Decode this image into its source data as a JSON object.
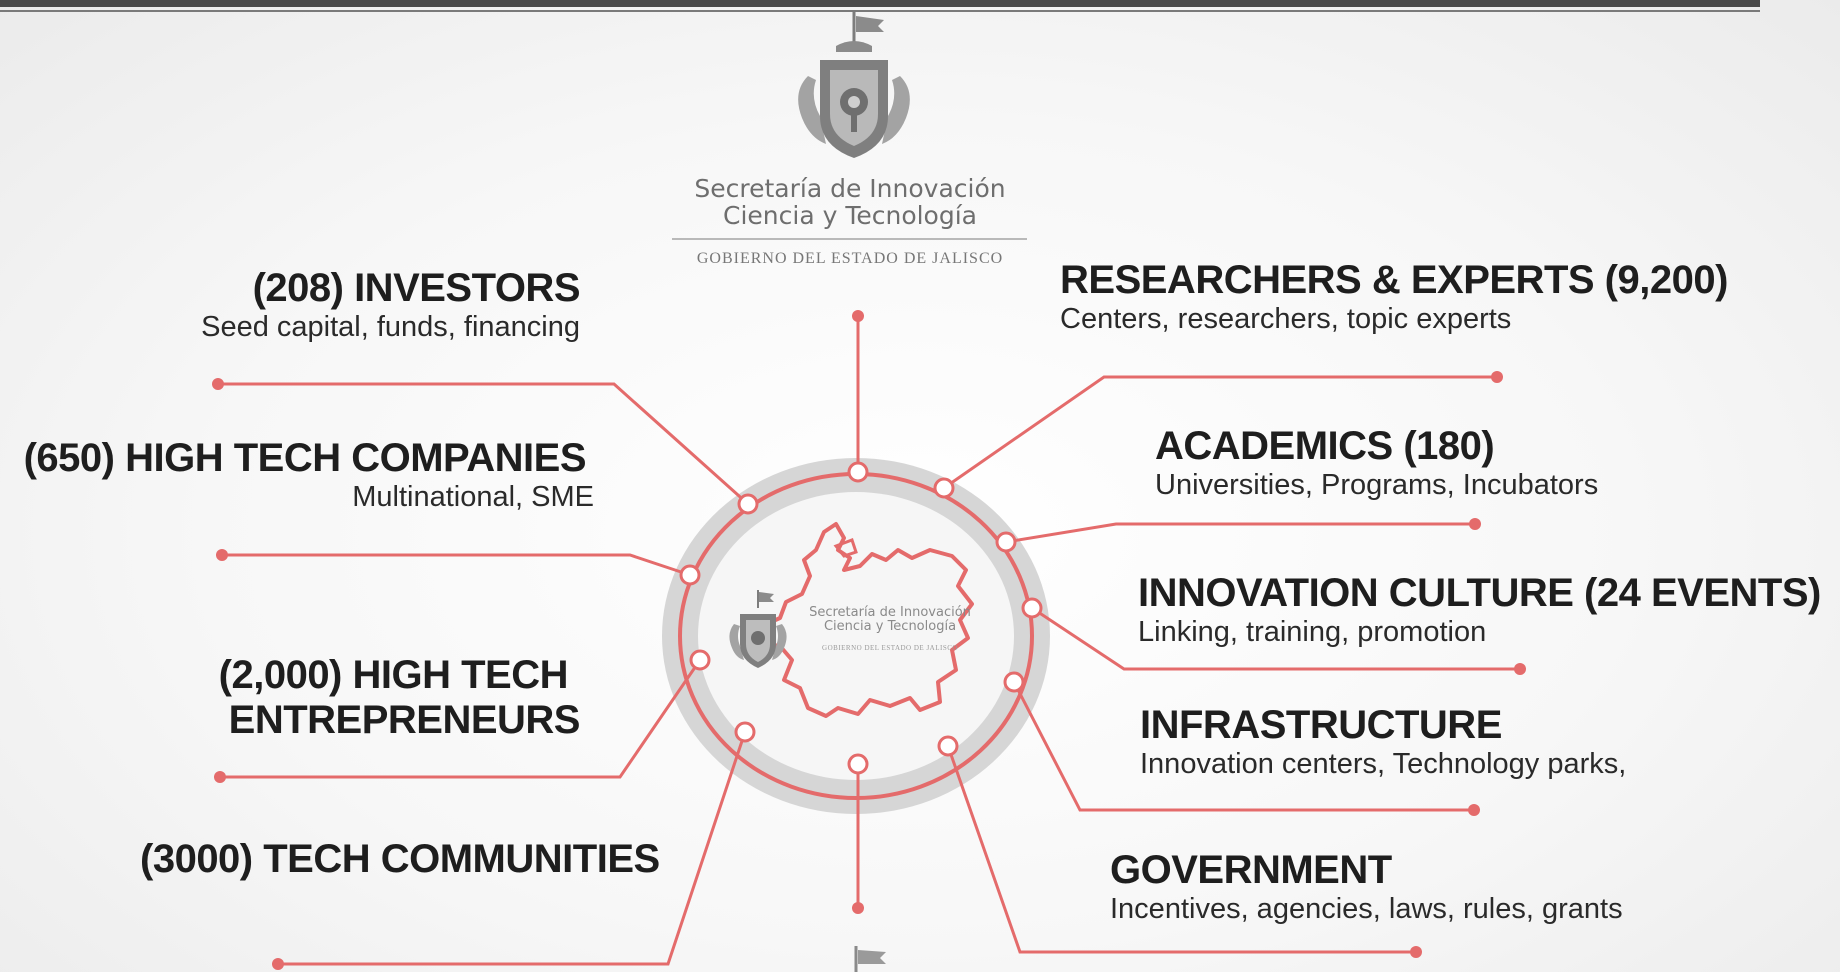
{
  "header": {
    "org_name_line1": "Secretaría de Innovación",
    "org_name_line2": "Ciencia y Tecnología",
    "org_government": "GOBIERNO DEL ESTADO DE JALISCO"
  },
  "center_logo": {
    "org_name_line1": "Secretaría de Innovación",
    "org_name_line2": "Ciencia y Tecnología",
    "org_government": "GOBIERNO DEL ESTADO DE JALISCO"
  },
  "left_nodes": [
    {
      "title": "(208) INVESTORS",
      "subtitle": "Seed capital, funds, financing"
    },
    {
      "title": "(650) HIGH TECH COMPANIES",
      "subtitle": "Multinational, SME"
    },
    {
      "title_line1": "(2,000) HIGH TECH",
      "title_line2": "ENTREPRENEURS"
    },
    {
      "title": "(3000) TECH COMMUNITIES"
    }
  ],
  "right_nodes": [
    {
      "title": "RESEARCHERS & EXPERTS (9,200)",
      "subtitle": "Centers, researchers, topic experts"
    },
    {
      "title": "ACADEMICS (180)",
      "subtitle": "Universities, Programs, Incubators"
    },
    {
      "title": "INNOVATION CULTURE (24 EVENTS)",
      "subtitle": "Linking, training, promotion"
    },
    {
      "title": "INFRASTRUCTURE",
      "subtitle": "Innovation centers, Technology parks,"
    },
    {
      "title": "GOVERNMENT",
      "subtitle": "Incentives, agencies, laws, rules, grants"
    }
  ],
  "colors": {
    "accent": "#e46b6b",
    "ring_gray": "#d6d6d6",
    "map_red": "#e46b6b",
    "logo_gray": "#8a8a8a",
    "header_bar": "#4a4a4a"
  },
  "icons": [
    "jalisco-coat-of-arms-icon",
    "jalisco-state-map-icon",
    "flag-icon"
  ]
}
